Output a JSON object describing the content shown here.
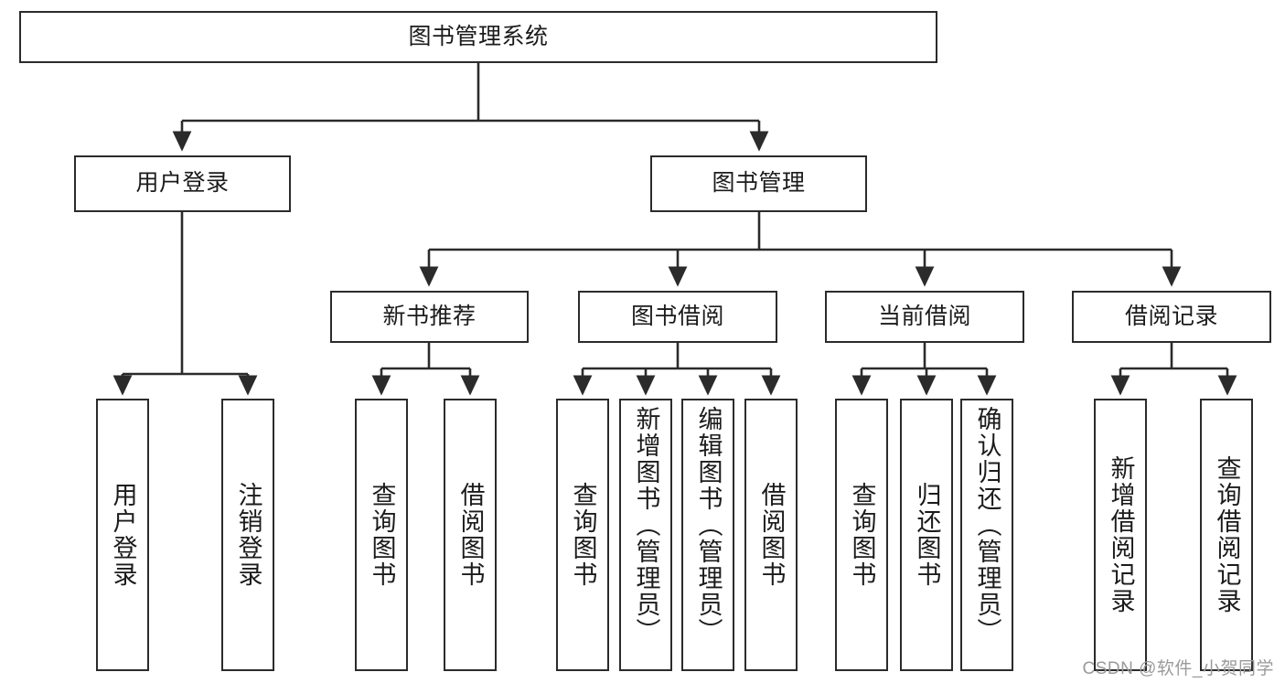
{
  "diagram": {
    "title": "图书管理系统",
    "type": "hierarchy-tree",
    "watermark": "CSDN @软件_小贺同学",
    "colors": {
      "box_border": "#2b2b2b",
      "box_fill": "#ffffff",
      "edge": "#2b2b2b",
      "text": "#1b1b1b",
      "watermark": "#9a9a9a"
    },
    "nodes": {
      "root": {
        "label": "图书管理系统"
      },
      "level2": [
        {
          "label": "用户登录"
        },
        {
          "label": "图书管理"
        }
      ],
      "level3": [
        {
          "label": "新书推荐"
        },
        {
          "label": "图书借阅"
        },
        {
          "label": "当前借阅"
        },
        {
          "label": "借阅记录"
        }
      ],
      "leaves": {
        "user_login": [
          {
            "label": "用户登录"
          },
          {
            "label": "注销登录"
          }
        ],
        "new_book_recommend": [
          {
            "label": "查询图书"
          },
          {
            "label": "借阅图书"
          }
        ],
        "book_borrow": [
          {
            "label": "查询图书"
          },
          {
            "label": "新增图书（管理员）"
          },
          {
            "label": "编辑图书（管理员）"
          },
          {
            "label": "借阅图书"
          }
        ],
        "current_borrow": [
          {
            "label": "查询图书"
          },
          {
            "label": "归还图书"
          },
          {
            "label": "确认归还（管理员）"
          }
        ],
        "borrow_record": [
          {
            "label": "新增借阅记录"
          },
          {
            "label": "查询借阅记录"
          }
        ]
      }
    }
  }
}
